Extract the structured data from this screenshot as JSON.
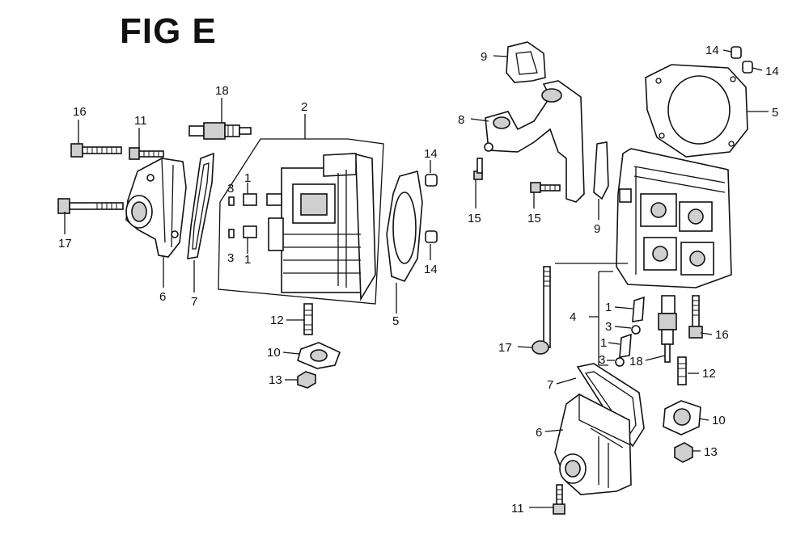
{
  "title": "FIG E",
  "callouts": {
    "left": {
      "c16": "16",
      "c11": "11",
      "c18": "18",
      "c2": "2",
      "c17": "17",
      "c6": "6",
      "c7": "7",
      "c3a": "3",
      "c1a": "1",
      "c3b": "3",
      "c1b": "1",
      "c14a": "14",
      "c14b": "14",
      "c5": "5",
      "c12": "12",
      "c10": "10",
      "c13": "13"
    },
    "right": {
      "c9a": "9",
      "c8": "8",
      "c15a": "15",
      "c15b": "15",
      "c9b": "9",
      "c14a": "14",
      "c14b": "14",
      "c5": "5",
      "c4": "4",
      "c1a": "1",
      "c3a": "3",
      "c1b": "1",
      "c3b": "3",
      "c18": "18",
      "c16": "16",
      "c17": "17",
      "c7": "7",
      "c12": "12",
      "c6": "6",
      "c10": "10",
      "c13": "13",
      "c11": "11"
    }
  }
}
